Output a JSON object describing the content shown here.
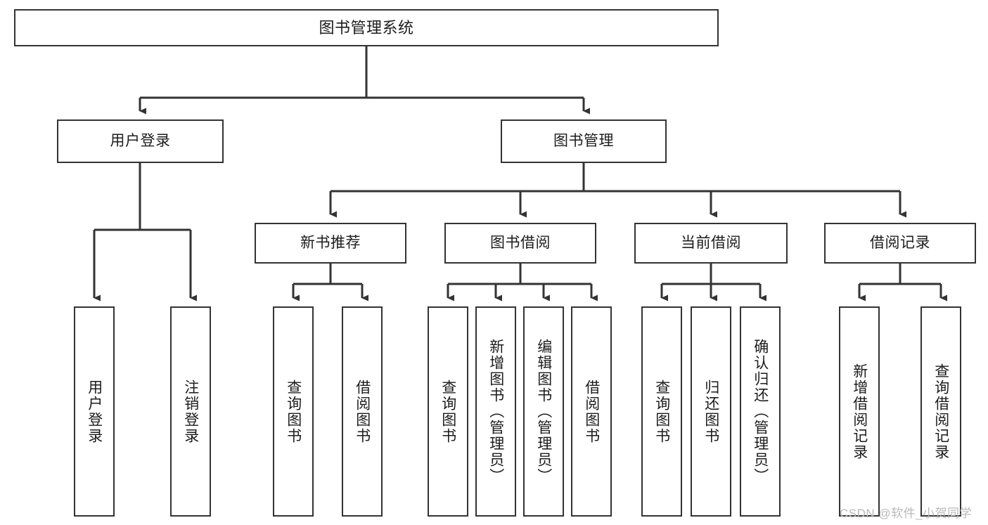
{
  "diagram": {
    "title": "图书管理系统",
    "watermark": "CSDN @软件_小贺同学",
    "colors": {
      "box_border": "#333333",
      "box_fill": "#ffffff",
      "edge": "#333333",
      "text": "#1c1c1c",
      "watermark": "#b9b9b9",
      "background": "#ffffff"
    },
    "levels": {
      "root": "图书管理系统",
      "level2": [
        "用户登录",
        "图书管理"
      ],
      "level3": [
        "新书推荐",
        "图书借阅",
        "当前借阅",
        "借阅记录"
      ]
    },
    "nodes": {
      "root": {
        "label": "图书管理系统",
        "orientation": "horizontal"
      },
      "user_login": {
        "label": "用户登录",
        "orientation": "horizontal"
      },
      "book_manage": {
        "label": "图书管理",
        "orientation": "horizontal"
      },
      "new_book_rec": {
        "label": "新书推荐",
        "orientation": "horizontal"
      },
      "book_borrow": {
        "label": "图书借阅",
        "orientation": "horizontal"
      },
      "current_borrow": {
        "label": "当前借阅",
        "orientation": "horizontal"
      },
      "borrow_record": {
        "label": "借阅记录",
        "orientation": "horizontal"
      },
      "leaf_user_login": {
        "label": "用户登录",
        "orientation": "vertical"
      },
      "leaf_logout": {
        "label": "注销登录",
        "orientation": "vertical"
      },
      "leaf_query_book_1": {
        "label": "查询图书",
        "orientation": "vertical"
      },
      "leaf_borrow_book_1": {
        "label": "借阅图书",
        "orientation": "vertical"
      },
      "leaf_query_book_2": {
        "label": "查询图书",
        "orientation": "vertical"
      },
      "leaf_add_book": {
        "label": "新增图书（管理员）",
        "orientation": "vertical"
      },
      "leaf_edit_book": {
        "label": "编辑图书（管理员）",
        "orientation": "vertical"
      },
      "leaf_borrow_book_2": {
        "label": "借阅图书",
        "orientation": "vertical"
      },
      "leaf_query_book_3": {
        "label": "查询图书",
        "orientation": "vertical"
      },
      "leaf_return_book": {
        "label": "归还图书",
        "orientation": "vertical"
      },
      "leaf_confirm_return": {
        "label": "确认归还（管理员）",
        "orientation": "vertical"
      },
      "leaf_add_record": {
        "label": "新增借阅记录",
        "orientation": "vertical"
      },
      "leaf_query_record": {
        "label": "查询借阅记录",
        "orientation": "vertical"
      }
    },
    "tree": {
      "name": "图书管理系统",
      "children": [
        {
          "name": "用户登录",
          "children": [
            {
              "name": "用户登录"
            },
            {
              "name": "注销登录"
            }
          ]
        },
        {
          "name": "图书管理",
          "children": [
            {
              "name": "新书推荐",
              "children": [
                {
                  "name": "查询图书"
                },
                {
                  "name": "借阅图书"
                }
              ]
            },
            {
              "name": "图书借阅",
              "children": [
                {
                  "name": "查询图书"
                },
                {
                  "name": "新增图书（管理员）"
                },
                {
                  "name": "编辑图书（管理员）"
                },
                {
                  "name": "借阅图书"
                }
              ]
            },
            {
              "name": "当前借阅",
              "children": [
                {
                  "name": "查询图书"
                },
                {
                  "name": "归还图书"
                },
                {
                  "name": "确认归还（管理员）"
                }
              ]
            },
            {
              "name": "借阅记录",
              "children": [
                {
                  "name": "新增借阅记录"
                },
                {
                  "name": "查询借阅记录"
                }
              ]
            }
          ]
        }
      ]
    }
  }
}
